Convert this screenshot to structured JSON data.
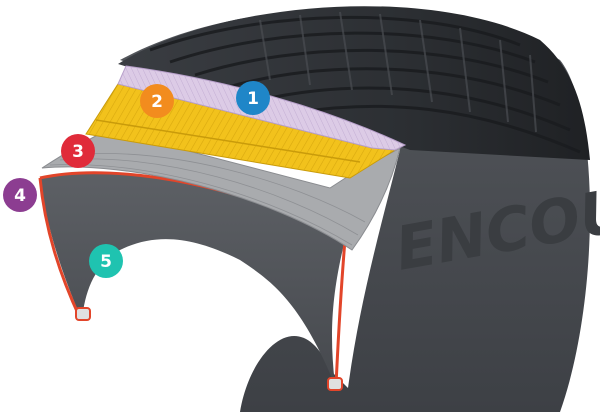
{
  "brand_text": "ENCOUN",
  "colors": {
    "tread": "#2b2e32",
    "casing": "#45484d",
    "inner": "#4a4d52",
    "cap_ply": "#d9c6e3",
    "steel_belt": "#f2c21c",
    "body_ply": "#a9abae",
    "inner_liner": "#e2452a"
  },
  "badges": [
    {
      "label": "1",
      "color": "#1f86c8"
    },
    {
      "label": "2",
      "color": "#f28c1e"
    },
    {
      "label": "3",
      "color": "#e02b3a"
    },
    {
      "label": "4",
      "color": "#8c3d91"
    },
    {
      "label": "5",
      "color": "#1fc3b0"
    }
  ]
}
